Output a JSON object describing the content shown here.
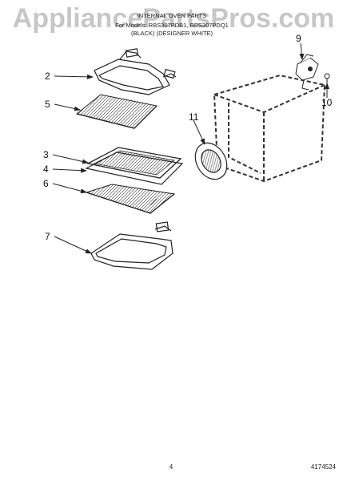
{
  "watermark": "AppliancePartsPros.com",
  "header": {
    "title": "INTERNAL OVEN PARTS",
    "models": "For Models: RBS307PDB1, RBS307PDQ1",
    "colors": "(BLACK)   (DESIGNER WHITE)"
  },
  "callouts": [
    "2",
    "5",
    "3",
    "4",
    "6",
    "7",
    "9",
    "10",
    "11"
  ],
  "footer": {
    "page": "4",
    "doc_number": "4174524"
  }
}
